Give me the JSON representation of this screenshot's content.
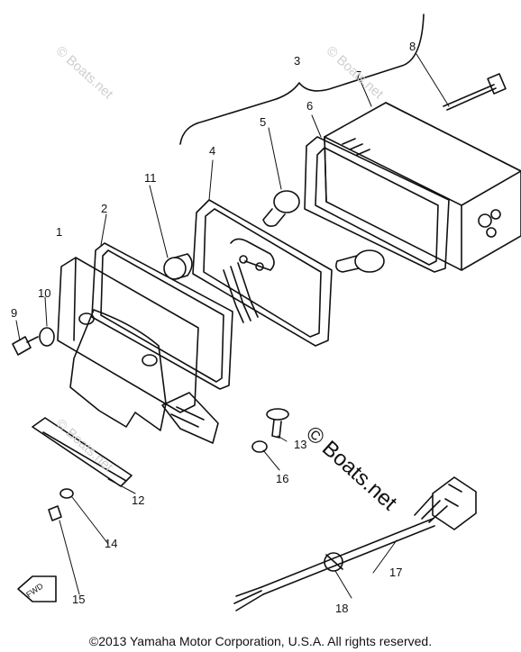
{
  "diagram": {
    "callouts": [
      "1",
      "2",
      "3",
      "4",
      "5",
      "6",
      "7",
      "8",
      "9",
      "10",
      "11",
      "12",
      "13",
      "14",
      "15",
      "16",
      "17",
      "18"
    ],
    "watermark_main": "© Boats.net",
    "watermark_faint": "© Boats.net",
    "fwd_label": "FWD",
    "copyright": "©2013 Yamaha Motor Corporation, U.S.A. All rights reserved."
  }
}
